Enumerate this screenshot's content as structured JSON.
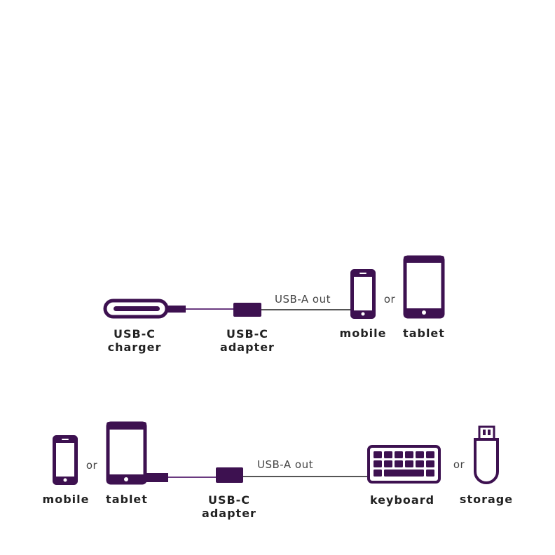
{
  "colors": {
    "primary": "#3d1150",
    "cable": "#555555",
    "text": "#222222"
  },
  "diagram1": {
    "charger_label": [
      "USB-C",
      "charger"
    ],
    "adapter_label": [
      "USB-C",
      "adapter"
    ],
    "cable_label": "USB-A out",
    "mobile_label": "mobile",
    "or_label": "or",
    "tablet_label": "tablet"
  },
  "diagram2": {
    "mobile_label": "mobile",
    "or_label_1": "or",
    "tablet_label": "tablet",
    "adapter_label": [
      "USB-C",
      "adapter"
    ],
    "cable_label": "USB-A out",
    "keyboard_label": "keyboard",
    "or_label_2": "or",
    "storage_label": "storage"
  }
}
